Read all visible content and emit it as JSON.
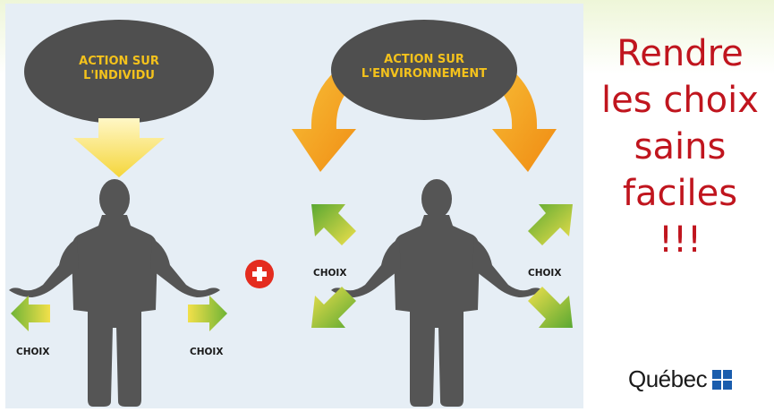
{
  "left_panel": {
    "bubble_line1": "ACTION SUR",
    "bubble_line2": "L'INDIVIDU",
    "choice_left": "CHOIX",
    "choice_right": "CHOIX"
  },
  "right_panel": {
    "bubble_line1": "ACTION SUR",
    "bubble_line2": "L'ENVIRONNEMENT",
    "choice_left": "CHOIX",
    "choice_right": "CHOIX"
  },
  "plus_icon": "plus-icon",
  "slogan": {
    "lines": [
      "Rendre",
      "les choix",
      "sains",
      "faciles",
      "!!!"
    ]
  },
  "logo": {
    "wordmark": "Québec"
  },
  "colors": {
    "bubble": "#4f4f4f",
    "bubble_text": "#f4c21c",
    "arrow_yellow": "#f6d84a",
    "arrow_orange": "#f2a21e",
    "arrow_green": "#86bd3a",
    "person": "#555555",
    "plus_circle": "#e42c1f",
    "slogan": "#c0151e"
  }
}
